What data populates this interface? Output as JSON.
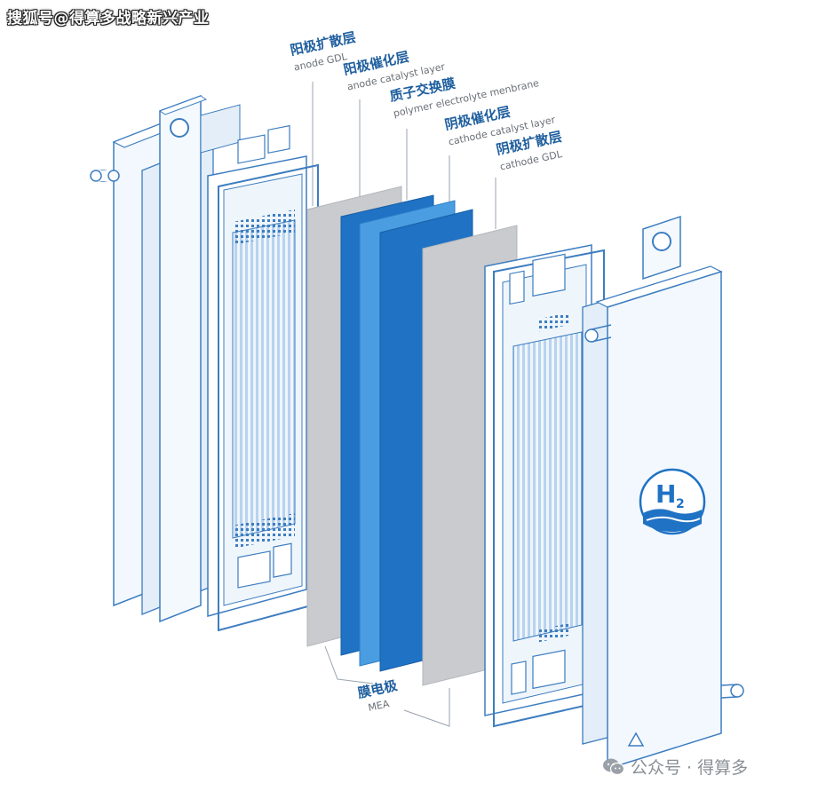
{
  "watermark_top": "搜狐号@得算多战略新兴产业",
  "labels": {
    "anode_gdl": {
      "zh": "阳极扩散层",
      "en": "anode GDL"
    },
    "anode_catalyst": {
      "zh": "阳极催化层",
      "en": "anode catalyst layer"
    },
    "membrane": {
      "zh": "质子交换膜",
      "en": "polymer electrolyte menbrane"
    },
    "cathode_catalyst": {
      "zh": "阴极催化层",
      "en": "cathode catalyst layer"
    },
    "cathode_gdl": {
      "zh": "阴极扩散层",
      "en": "cathode GDL"
    },
    "mea": {
      "zh": "膜电极",
      "en": "MEA"
    }
  },
  "logo_text": {
    "main": "H",
    "sub": "2"
  },
  "watermark_bottom": "公众号 · 得算多",
  "colors": {
    "plate": "#e9f3fb",
    "outline": "#3d7dc0",
    "gdl_gray": "#c9cbce",
    "catalyst_blue": "#1f72c4",
    "membrane_blue": "#4a9de0",
    "label_blue": "#1f5f9e"
  }
}
